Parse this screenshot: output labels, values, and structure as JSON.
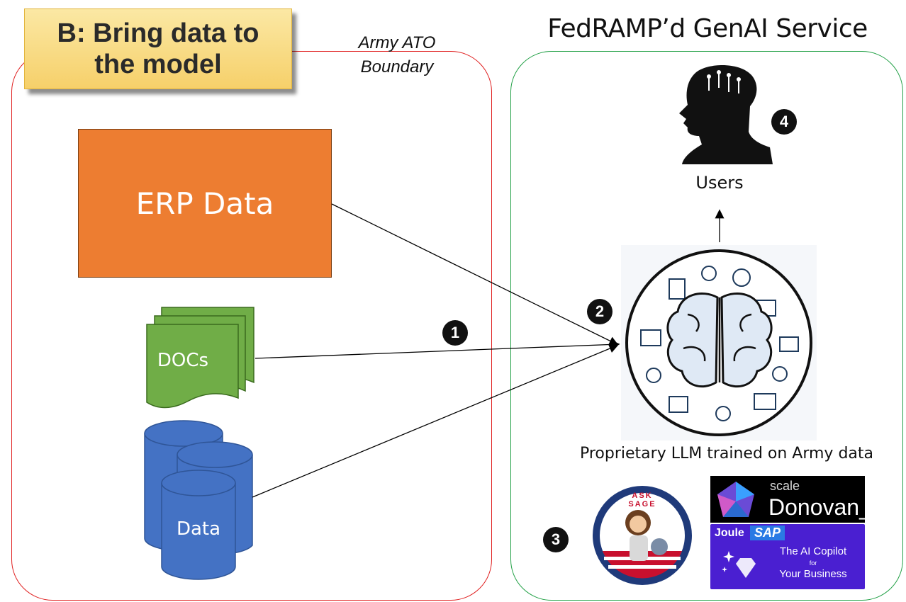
{
  "title": "B: Bring data to the model",
  "title_line1": "B: Bring data to",
  "title_line2": "the model",
  "army_boundary_line1": "Army ATO",
  "army_boundary_line2": "Boundary",
  "fedramp_boundary": "FedRAMP’d GenAI Service",
  "erp_label": "ERP Data",
  "docs_label": "DOCs",
  "data_label": "Data",
  "users_label": "Users",
  "llm_caption": "Proprietary LLM trained on Army data",
  "steps": {
    "one": "1",
    "two": "2",
    "three": "3",
    "four": "4"
  },
  "logos": {
    "donovan_small": "scale",
    "donovan_big": "Donovan_",
    "joule_name": "Joule",
    "joule_sap": "SAP",
    "joule_line1": "The AI Copilot",
    "joule_for": "for",
    "joule_line2": "Your Business",
    "asksage_text": "ASK SAGE"
  },
  "colors": {
    "army_boundary": "#e02020",
    "fedramp_boundary": "#22a046",
    "erp": "#ed7d31",
    "docs": "#70ad47",
    "data": "#4472c4",
    "title_fill": "#f6d06a"
  }
}
